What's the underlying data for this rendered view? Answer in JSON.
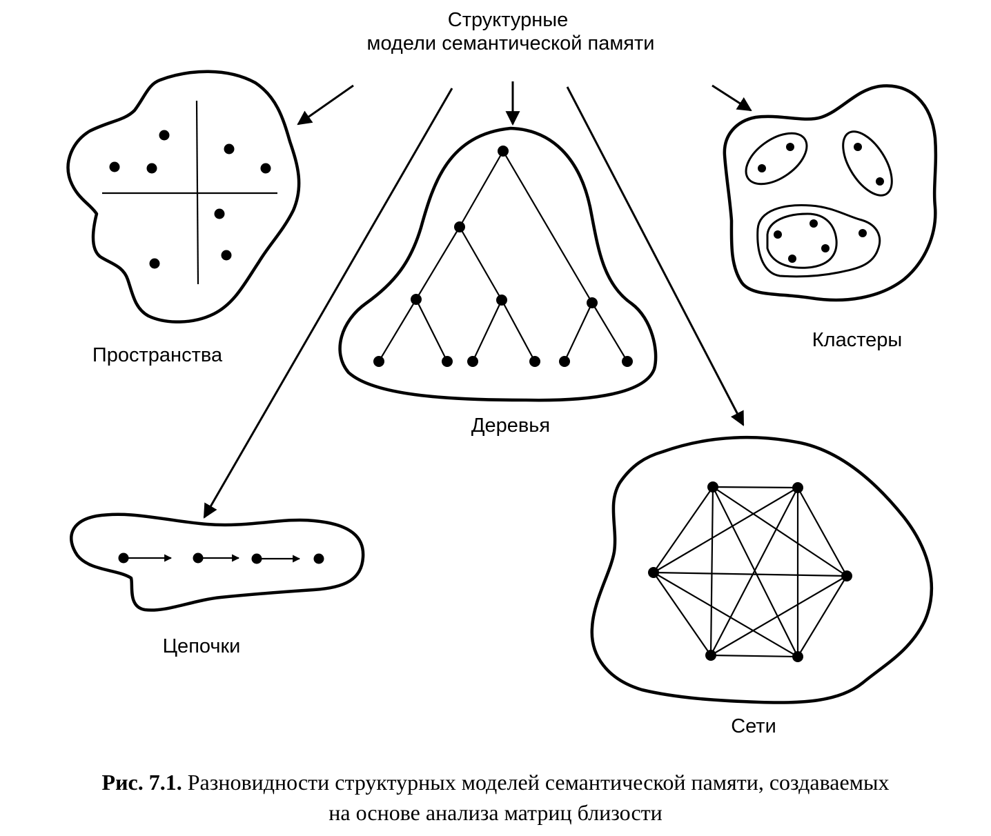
{
  "title_line1": "Структурные",
  "title_line2": "модели  семантической памяти",
  "labels": {
    "spaces": "Пространства",
    "trees": "Деревья",
    "clusters": "Кластеры",
    "chains": "Цепочки",
    "networks": "Сети"
  },
  "caption": {
    "number": "Рис. 7.1.",
    "line1": "Разновидности структурных моделей семантической памяти, создаваемых",
    "line2": "на основе анализа матриц близости"
  }
}
